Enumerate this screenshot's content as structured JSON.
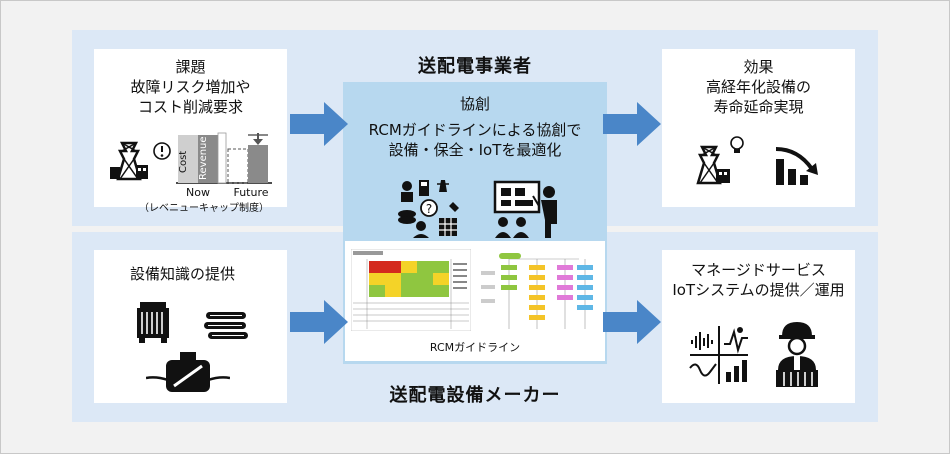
{
  "titles": {
    "top": "送配電事業者",
    "bottom": "送配電設備メーカー"
  },
  "issue_box": {
    "lines": [
      "課題",
      "故障リスク増加や",
      "コスト削減要求"
    ],
    "chart_cost": "Cost",
    "chart_revenue": "Revenue",
    "chart_now": "Now",
    "chart_future": "Future",
    "chart_note": "（レベニューキャップ制度）"
  },
  "center": {
    "lines": [
      "協創",
      "RCMガイドラインによる協創で",
      "設備・保全・IoTを最適化"
    ],
    "guide_label": "RCMガイドライン"
  },
  "effect_box": {
    "lines": [
      "効果",
      "高経年化設備の",
      "寿命延命実現"
    ]
  },
  "knowledge_box": {
    "lines": [
      "設備知識の提供"
    ]
  },
  "service_box": {
    "lines": [
      "マネージドサービス",
      "IoTシステムの提供／運用"
    ]
  },
  "colors": {
    "band": "#dce8f6",
    "center": "#b7d8ef",
    "arrow": "#4a86c8"
  },
  "icons": [
    "transformer-tower-icon",
    "alert-icon",
    "lightbulb-icon",
    "decline-chart-icon",
    "transformer-icon",
    "cable-stack-icon",
    "sensor-device-icon",
    "signal-dashboard-icon",
    "worker-icon",
    "meeting-icon",
    "presentation-icon"
  ]
}
